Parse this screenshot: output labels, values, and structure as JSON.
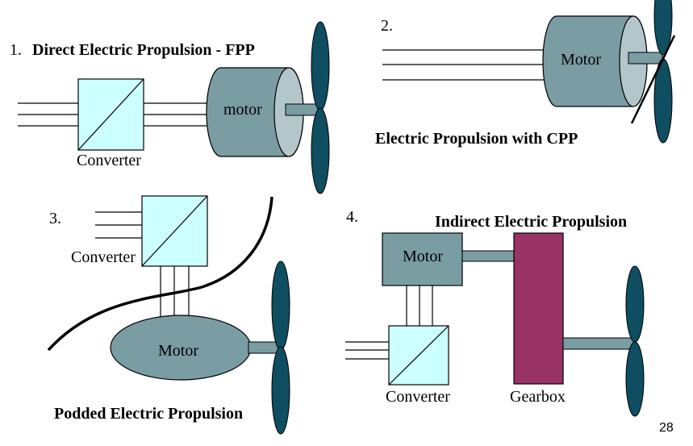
{
  "slide": {
    "page_number": "28",
    "colors": {
      "converter_fill": "#ccffff",
      "motor_fill": "#7a9ca3",
      "motor_face": "#b3c7cb",
      "shaft_fill": "#7a9ca3",
      "propeller_fill": "#0e4e60",
      "gearbox_fill": "#993366",
      "hull_line": "#000000"
    }
  },
  "panels": [
    {
      "number": "1.",
      "title": "Direct Electric Propulsion - FPP",
      "converter_label": "Converter",
      "motor_label": "motor"
    },
    {
      "number": "2.",
      "title": "Electric Propulsion with CPP",
      "motor_label": "Motor"
    },
    {
      "number": "3.",
      "title": "Podded Electric Propulsion",
      "converter_label": "Converter",
      "motor_label": "Motor"
    },
    {
      "number": "4.",
      "title": "Indirect Electric Propulsion",
      "converter_label": "Converter",
      "motor_label": "Motor",
      "gearbox_label": "Gearbox"
    }
  ]
}
